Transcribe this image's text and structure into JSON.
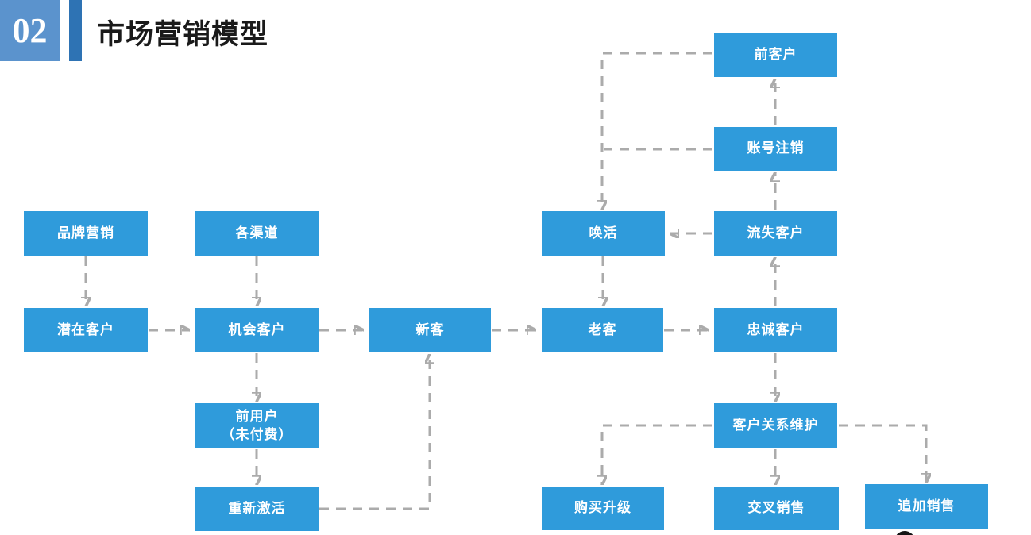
{
  "header": {
    "number": "02",
    "title": "市场营销模型"
  },
  "colors": {
    "node_fill": "#2F9BDB",
    "arrow": "#ABABAB",
    "badge_bg": "#5B93CD",
    "accent_bar": "#2E73B4",
    "title_color": "#1A1A1A"
  },
  "diagram": {
    "nodes": [
      {
        "id": "brand-marketing",
        "label": "品牌营销"
      },
      {
        "id": "channels",
        "label": "各渠道"
      },
      {
        "id": "potential-customers",
        "label": "潜在客户"
      },
      {
        "id": "opportunity-customers",
        "label": "机会客户"
      },
      {
        "id": "former-users-unpaid",
        "label": "前用户",
        "label2": "（未付费）"
      },
      {
        "id": "reactivate",
        "label": "重新激活"
      },
      {
        "id": "new-customers",
        "label": "新客"
      },
      {
        "id": "wake-activation",
        "label": "唤活"
      },
      {
        "id": "old-customers",
        "label": "老客"
      },
      {
        "id": "purchase-upgrade",
        "label": "购买升级"
      },
      {
        "id": "former-customers",
        "label": "前客户"
      },
      {
        "id": "account-cancellation",
        "label": "账号注销"
      },
      {
        "id": "churned-customers",
        "label": "流失客户"
      },
      {
        "id": "loyal-customers",
        "label": "忠诚客户"
      },
      {
        "id": "customer-relationship-maintenance",
        "label": "客户关系维护"
      },
      {
        "id": "cross-selling",
        "label": "交叉销售"
      },
      {
        "id": "upselling",
        "label": "追加销售"
      }
    ],
    "edges": [
      {
        "from": "brand-marketing",
        "to": "potential-customers"
      },
      {
        "from": "channels",
        "to": "opportunity-customers"
      },
      {
        "from": "potential-customers",
        "to": "opportunity-customers"
      },
      {
        "from": "opportunity-customers",
        "to": "new-customers"
      },
      {
        "from": "new-customers",
        "to": "old-customers"
      },
      {
        "from": "old-customers",
        "to": "loyal-customers"
      },
      {
        "from": "opportunity-customers",
        "to": "former-users-unpaid"
      },
      {
        "from": "former-users-unpaid",
        "to": "reactivate"
      },
      {
        "from": "reactivate",
        "to": "new-customers"
      },
      {
        "from": "wake-activation",
        "to": "old-customers"
      },
      {
        "from": "churned-customers",
        "to": "wake-activation"
      },
      {
        "from": "loyal-customers",
        "to": "churned-customers"
      },
      {
        "from": "churned-customers",
        "to": "account-cancellation"
      },
      {
        "from": "account-cancellation",
        "to": "former-customers"
      },
      {
        "from": "former-customers",
        "to": "wake-activation"
      },
      {
        "from": "account-cancellation",
        "to": "wake-activation"
      },
      {
        "from": "loyal-customers",
        "to": "customer-relationship-maintenance"
      },
      {
        "from": "customer-relationship-maintenance",
        "to": "purchase-upgrade"
      },
      {
        "from": "customer-relationship-maintenance",
        "to": "cross-selling"
      },
      {
        "from": "customer-relationship-maintenance",
        "to": "upselling"
      }
    ]
  }
}
